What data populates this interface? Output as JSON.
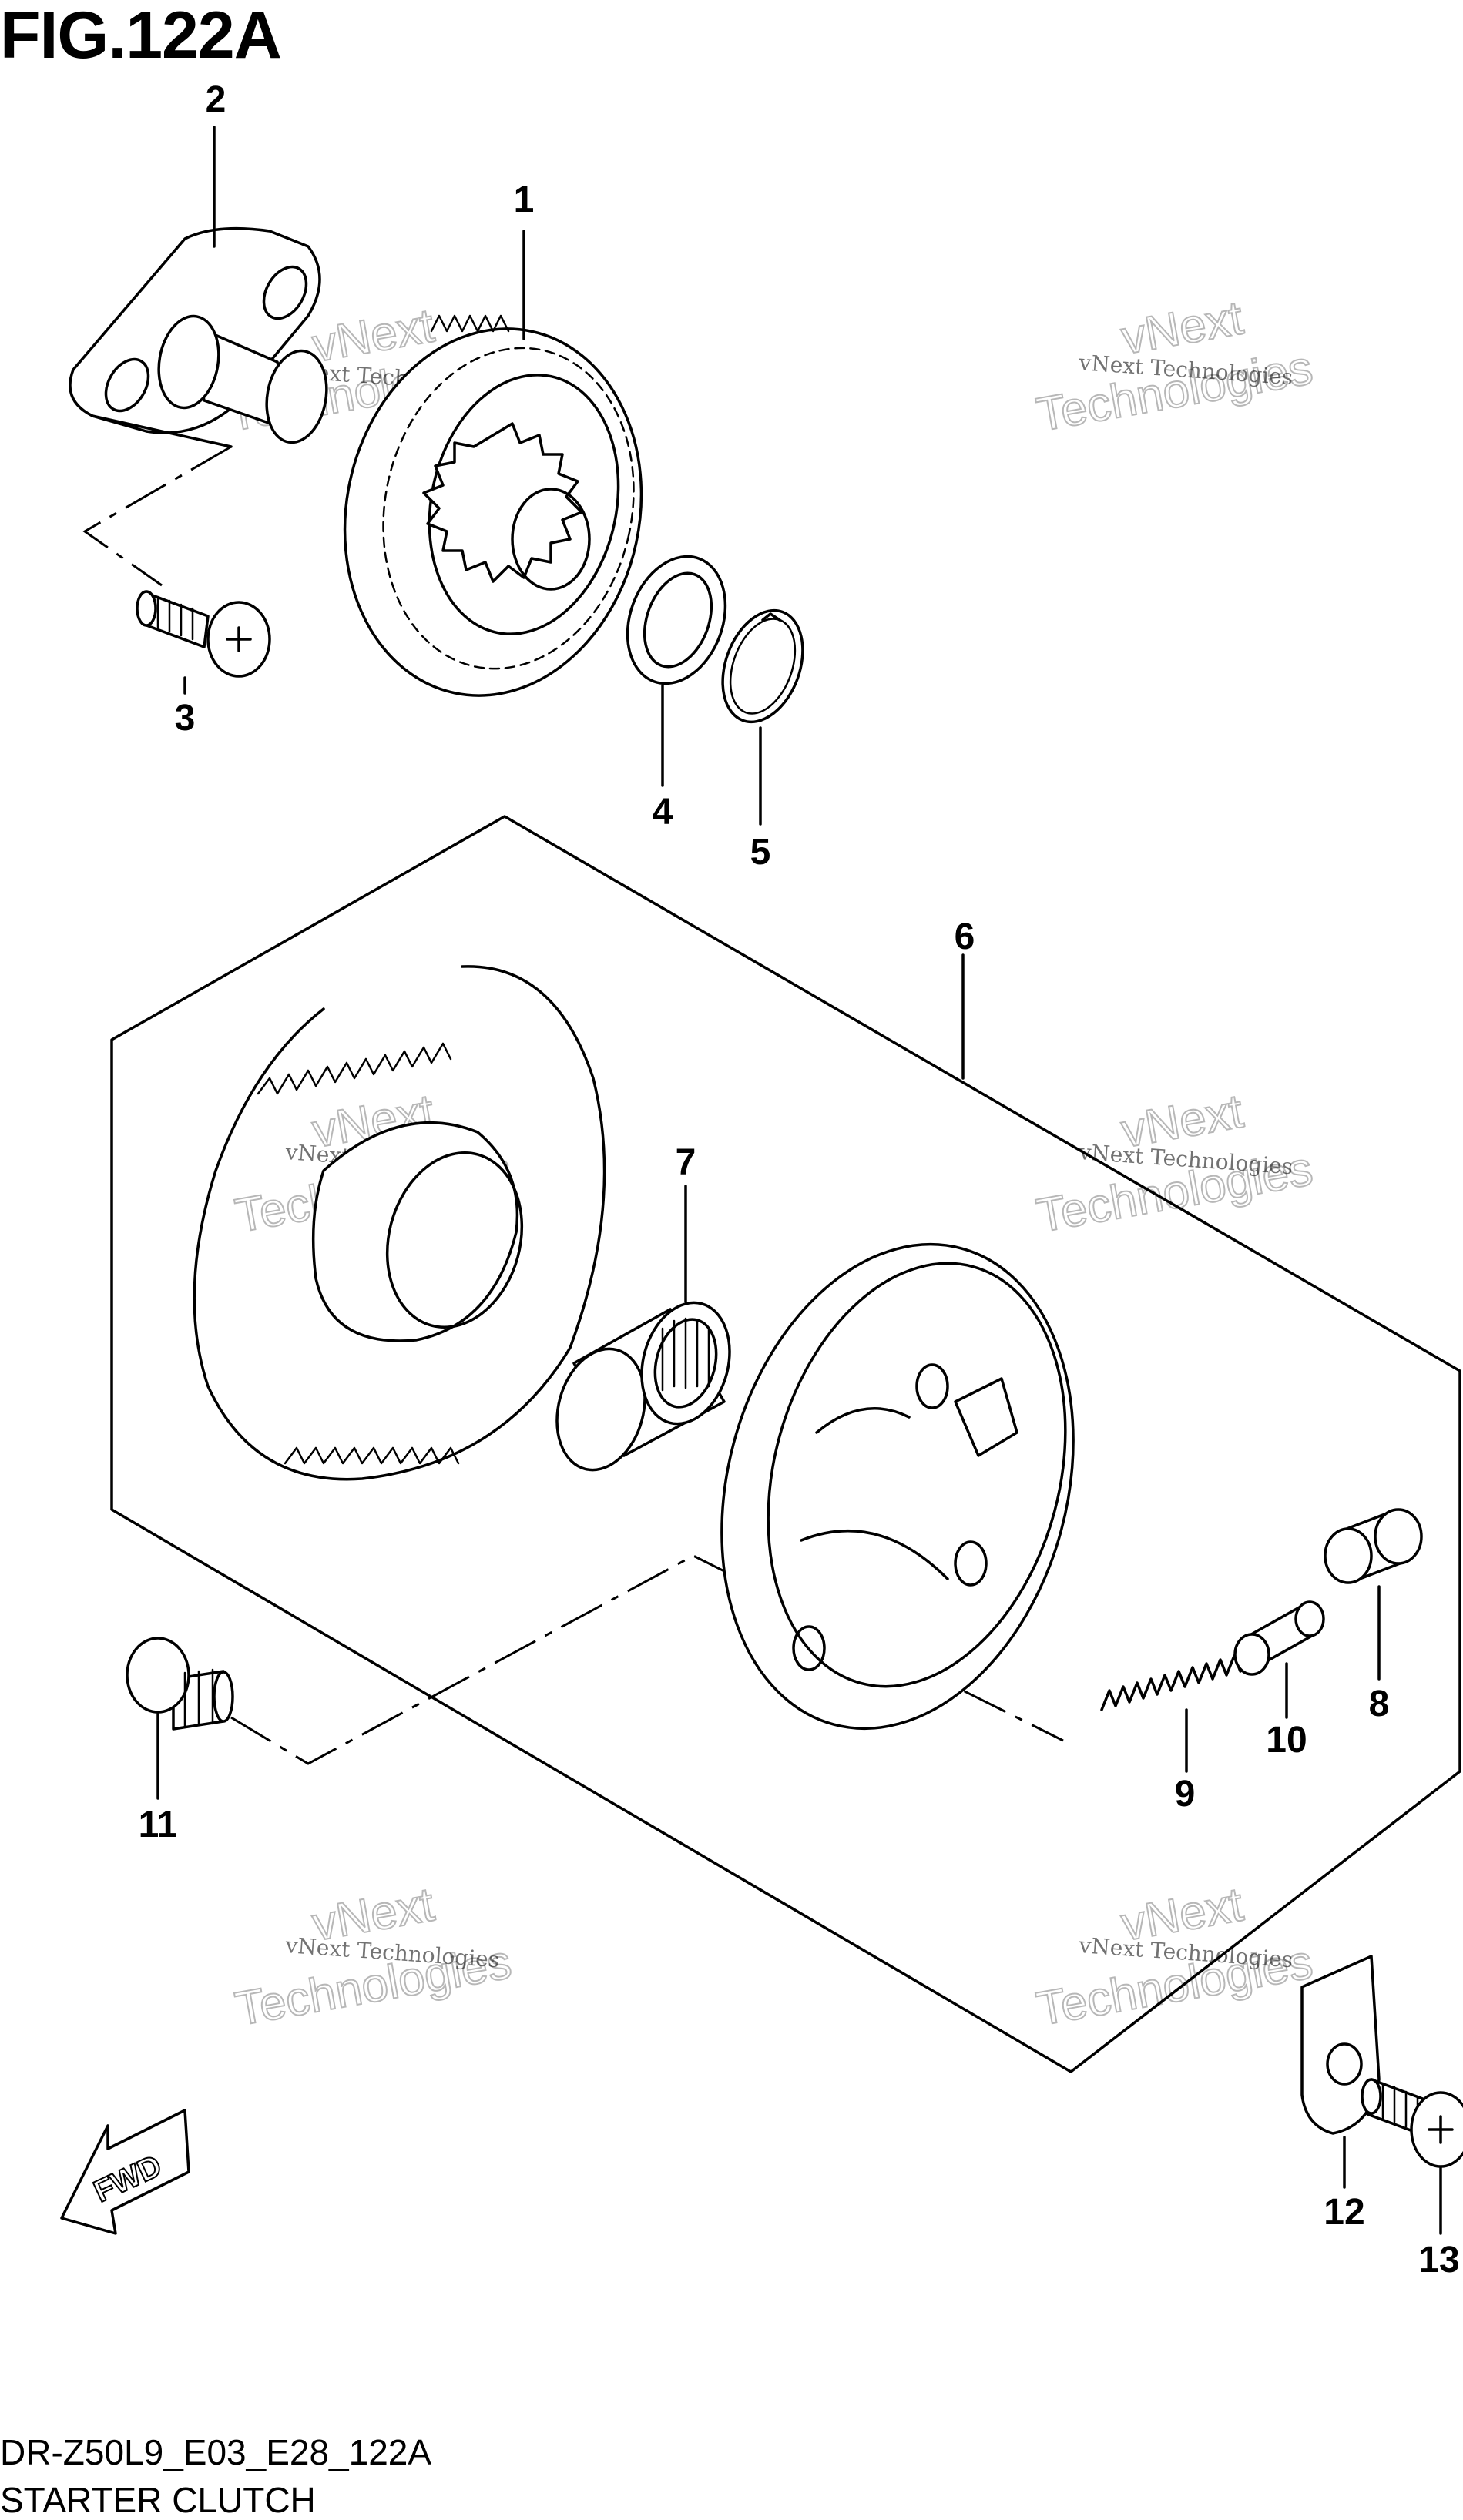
{
  "figure": {
    "title": "FIG.122A",
    "code": "DR-Z50L9_E03_E28_122A",
    "caption": "STARTER CLUTCH"
  },
  "callouts": [
    "1",
    "2",
    "3",
    "4",
    "5",
    "6",
    "7",
    "8",
    "9",
    "10",
    "11",
    "12",
    "13"
  ],
  "watermark": {
    "line1": "vNext",
    "line2": "vNext Technologies",
    "line3": "Technologies"
  },
  "direction_badge": "FWD"
}
